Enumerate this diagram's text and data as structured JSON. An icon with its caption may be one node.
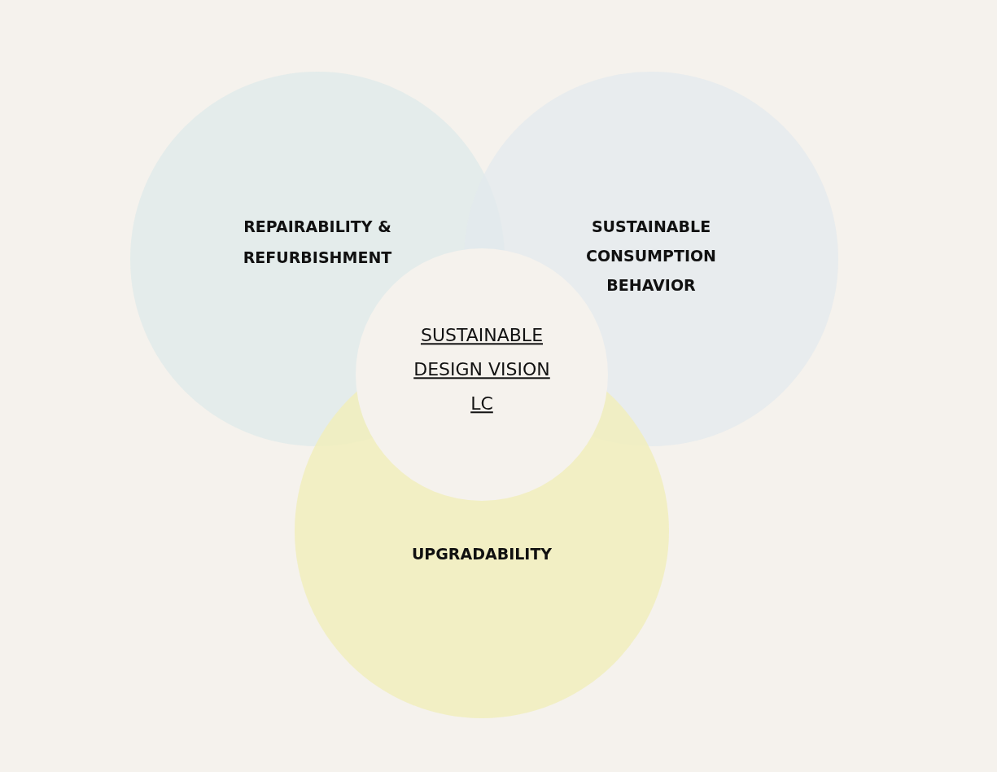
{
  "diagram": {
    "nodes": [
      {
        "text": [
          "REPAIRABILITY & REFURBISHMENT"
        ]
      },
      {
        "text": [
          "SUSTAINABLE CONSUMPTION BEHAVIOR"
        ]
      },
      {
        "text": [
          "UPGRADABILITY"
        ]
      },
      {
        "text": [
          "SUSTAINABLE DESIGN VISION LC"
        ]
      }
    ]
  }
}
